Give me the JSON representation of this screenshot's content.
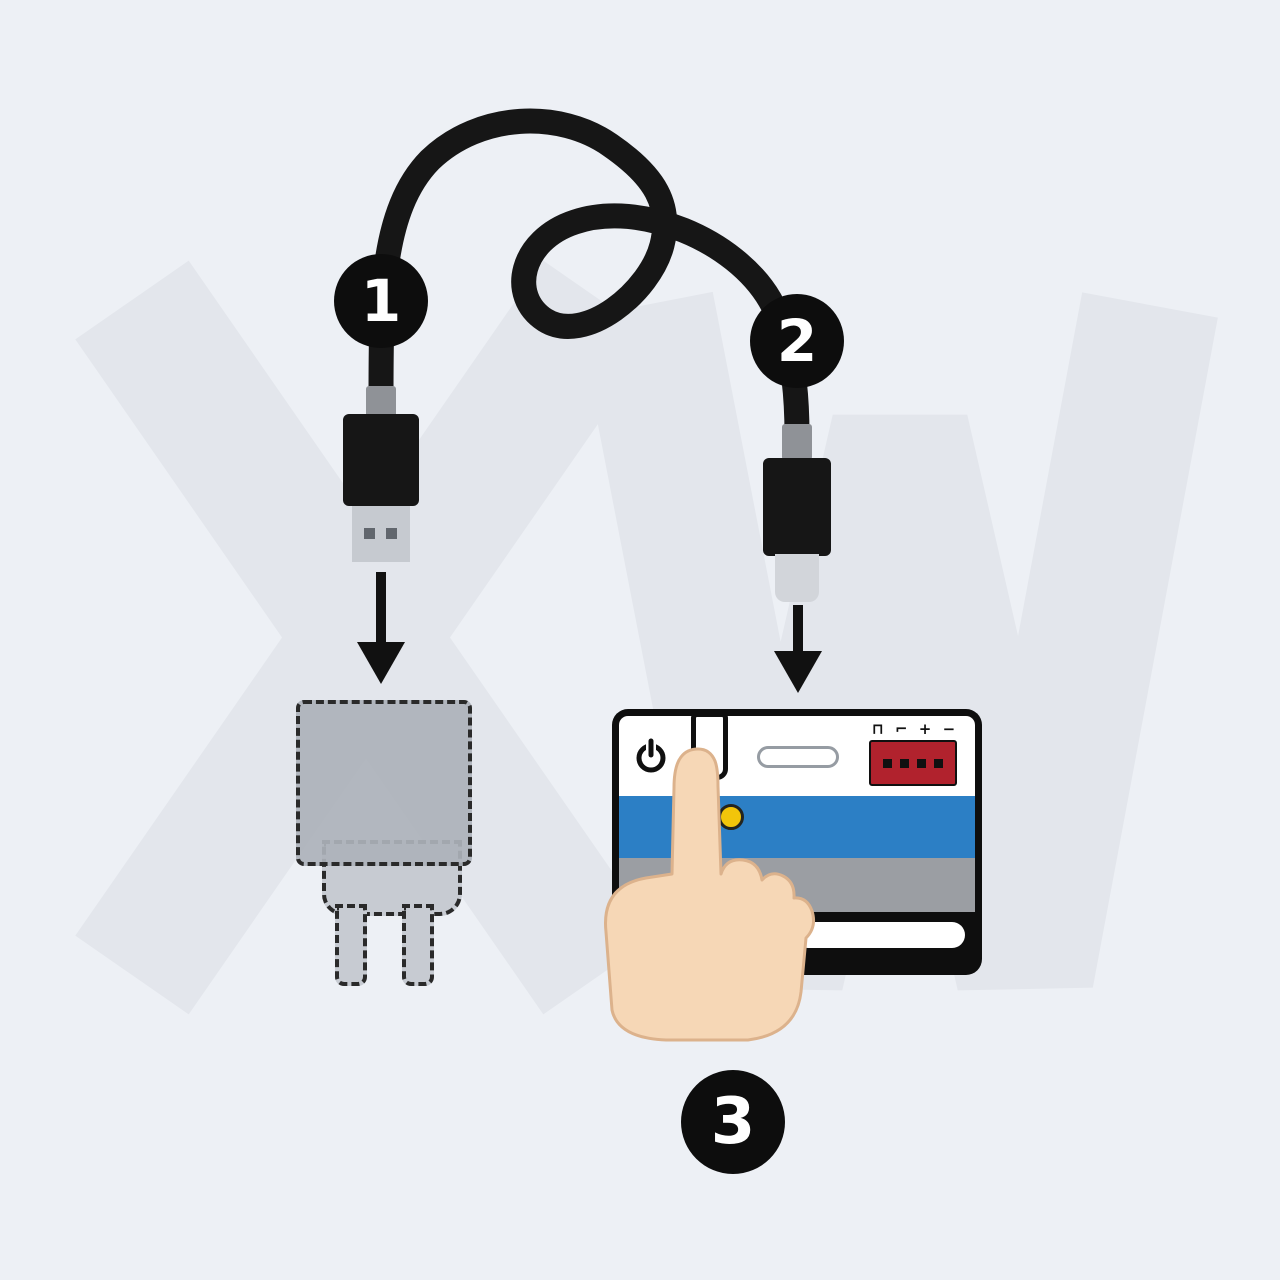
{
  "steps": [
    {
      "label": "1"
    },
    {
      "label": "2"
    },
    {
      "label": "3"
    }
  ],
  "device": {
    "connector_markings": "⊓ ⌐ + −"
  },
  "icons": {
    "power-icon": "⏻",
    "arrow-down-icon": "↓",
    "usb-a-connector-icon": "usb-a plug shape",
    "cable-connector-icon": "round plug shape",
    "wall-charger-icon": "dashed charger outline",
    "pointing-hand-icon": "hand pressing button"
  },
  "colors": {
    "background": "#edf0f5",
    "watermark": "#e3e6ec",
    "cable_black": "#161616",
    "badge_black": "#0d0d0d",
    "badge_text": "#ffffff",
    "metal_gray": "#c6cad0",
    "device_blue": "#2c7fc5",
    "device_gray": "#9b9ea3",
    "connector_red": "#b1222d",
    "indicator_yellow": "#f2c50a",
    "hand_skin": "#f6d7b6",
    "hand_outline": "#dcb28c"
  }
}
